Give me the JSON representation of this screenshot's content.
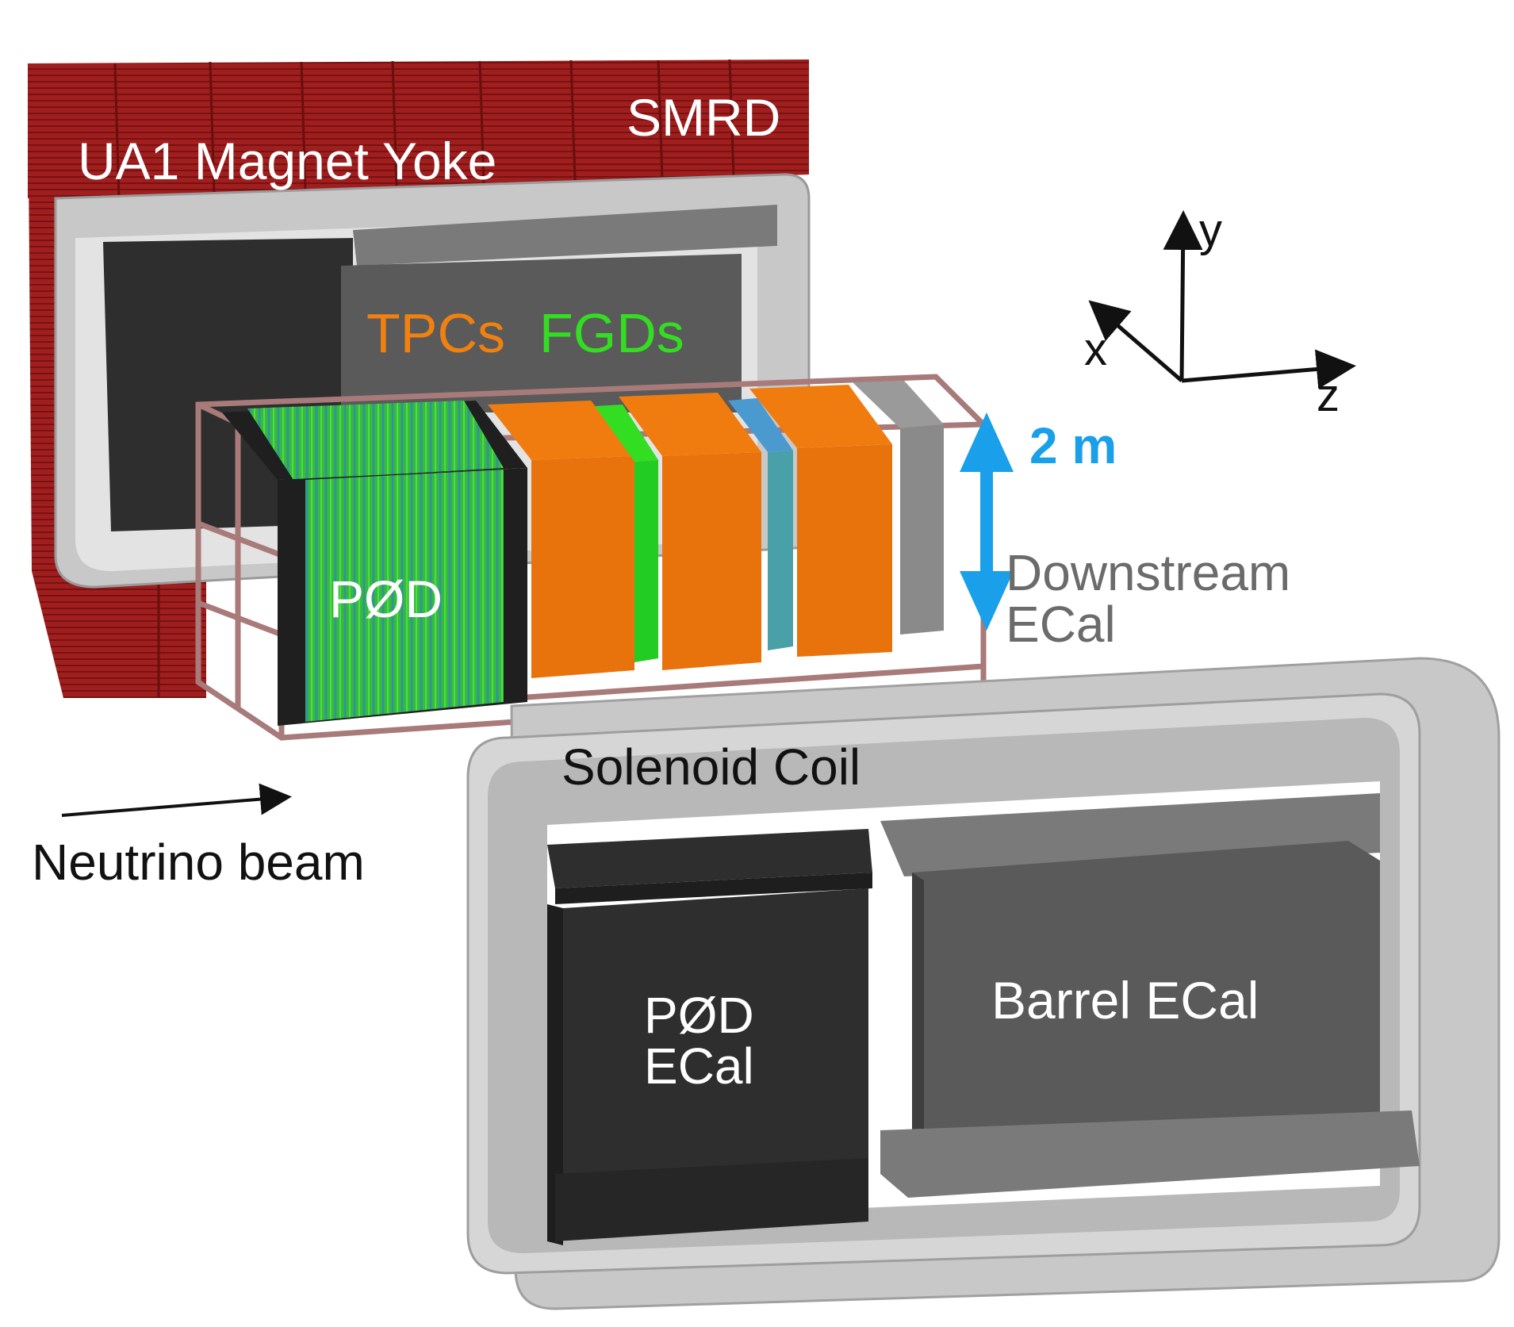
{
  "labels": {
    "magnet_yoke": "UA1 Magnet Yoke",
    "smrd": "SMRD",
    "tpcs": "TPCs",
    "fgds": "FGDs",
    "pod": "PØD",
    "scale": "2 m",
    "downstream_ecal_line1": "Downstream",
    "downstream_ecal_line2": "ECal",
    "solenoid_coil": "Solenoid Coil",
    "neutrino_beam": "Neutrino beam",
    "pod_ecal_line1": "PØD",
    "pod_ecal_line2": "ECal",
    "barrel_ecal": "Barrel ECal"
  },
  "axes": {
    "x": "x",
    "y": "y",
    "z": "z"
  },
  "colors": {
    "yoke_red": "#a01e1e",
    "coil_gray": "#c8c8c8",
    "dark_module": "#2e2e2e",
    "medium_module": "#5a5a5a",
    "tpc_orange": "#e8730c",
    "fgd_green": "#22cc22",
    "pod_green": "#33bb44",
    "frame_pink": "#a87a7a",
    "scale_blue": "#1a9fea"
  }
}
